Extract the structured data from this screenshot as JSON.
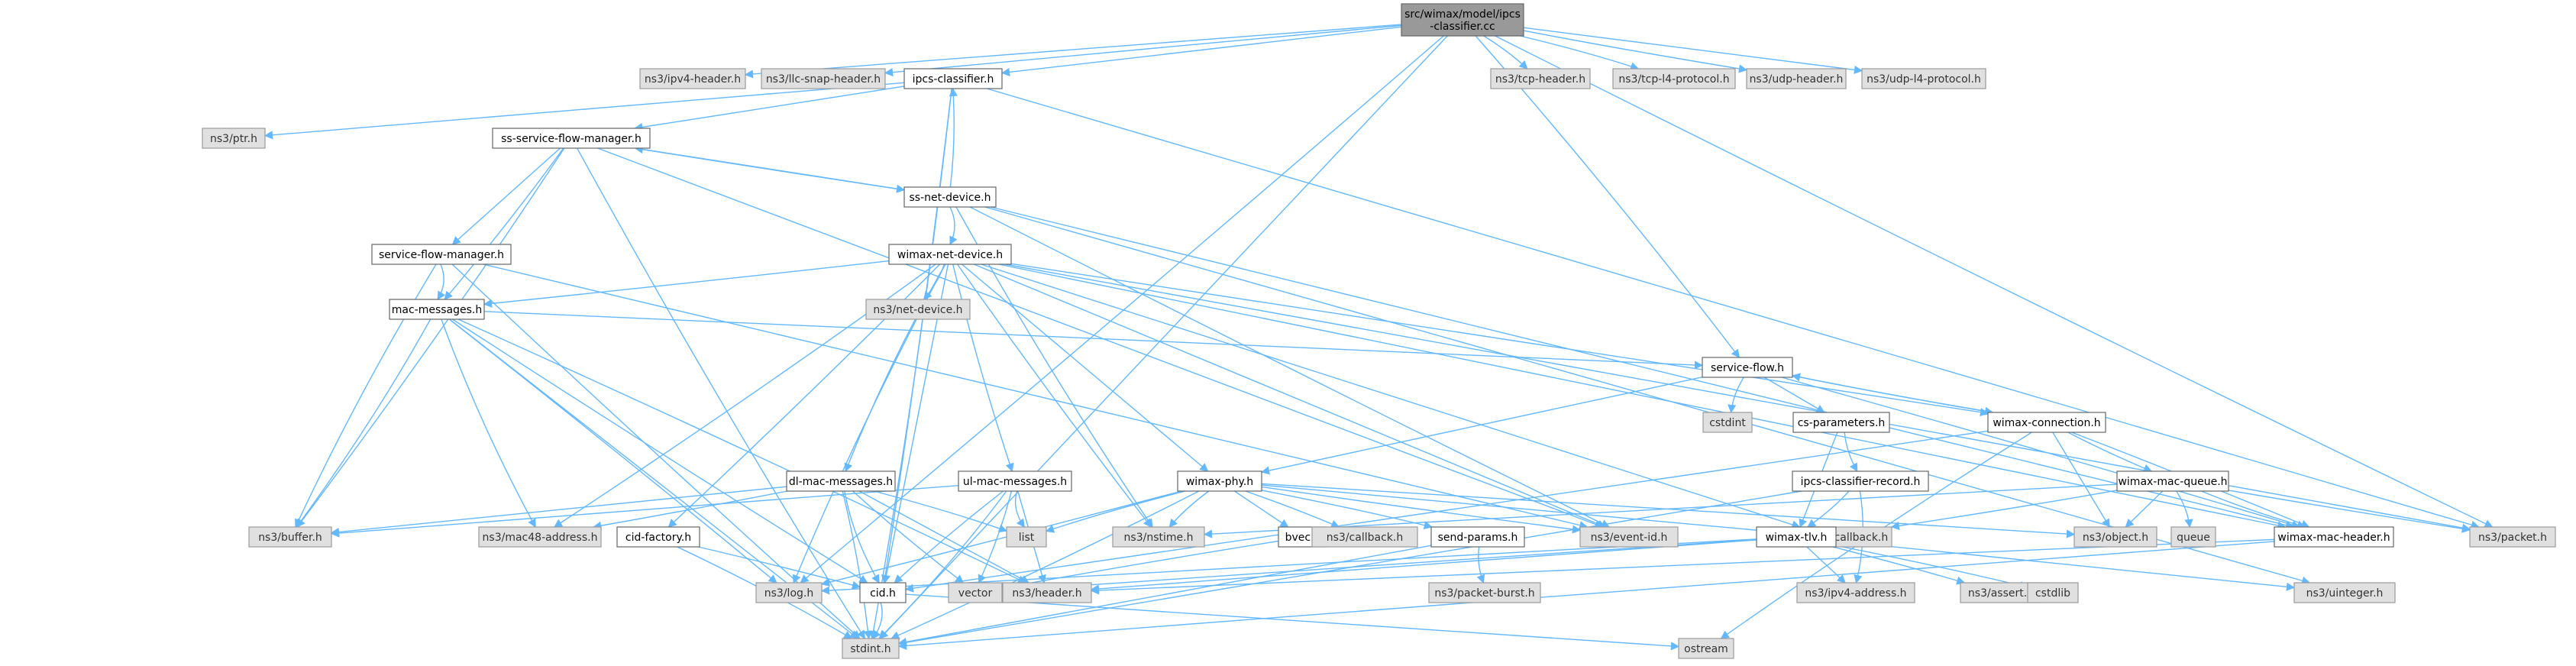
{
  "colors": {
    "edge": "#63b8ff",
    "external_fill": "#e0e0e0",
    "internal_fill": "#ffffff",
    "root_fill": "#999999",
    "border": "#999999"
  },
  "nodes": [
    {
      "id": "root",
      "label": [
        "src/wimax/model/ipcs",
        "-classifier.cc"
      ],
      "kind": "root"
    },
    {
      "id": "ipv4header",
      "label": [
        "ns3/ipv4-header.h"
      ],
      "kind": "ext"
    },
    {
      "id": "llcsnap",
      "label": [
        "ns3/llc-snap-header.h"
      ],
      "kind": "ext"
    },
    {
      "id": "ipcsclassifier",
      "label": [
        "ipcs-classifier.h"
      ],
      "kind": "int"
    },
    {
      "id": "tcpheader",
      "label": [
        "ns3/tcp-header.h"
      ],
      "kind": "ext"
    },
    {
      "id": "tcpl4",
      "label": [
        "ns3/tcp-l4-protocol.h"
      ],
      "kind": "ext"
    },
    {
      "id": "udpheader",
      "label": [
        "ns3/udp-header.h"
      ],
      "kind": "ext"
    },
    {
      "id": "udpl4",
      "label": [
        "ns3/udp-l4-protocol.h"
      ],
      "kind": "ext"
    },
    {
      "id": "ptr",
      "label": [
        "ns3/ptr.h"
      ],
      "kind": "ext"
    },
    {
      "id": "ssflowmgr",
      "label": [
        "ss-service-flow-manager.h"
      ],
      "kind": "int"
    },
    {
      "id": "ssnetdevice",
      "label": [
        "ss-net-device.h"
      ],
      "kind": "int"
    },
    {
      "id": "wimaxnetdevice",
      "label": [
        "wimax-net-device.h"
      ],
      "kind": "int"
    },
    {
      "id": "serviceflowmgr",
      "label": [
        "service-flow-manager.h"
      ],
      "kind": "int"
    },
    {
      "id": "macmessages",
      "label": [
        "mac-messages.h"
      ],
      "kind": "int"
    },
    {
      "id": "netdevice",
      "label": [
        "ns3/net-device.h"
      ],
      "kind": "ext"
    },
    {
      "id": "serviceflow",
      "label": [
        "service-flow.h"
      ],
      "kind": "int"
    },
    {
      "id": "cstdint",
      "label": [
        "cstdint"
      ],
      "kind": "ext"
    },
    {
      "id": "csparams",
      "label": [
        "cs-parameters.h"
      ],
      "kind": "int"
    },
    {
      "id": "wimaxconn",
      "label": [
        "wimax-connection.h"
      ],
      "kind": "int"
    },
    {
      "id": "ipcsrecord",
      "label": [
        "ipcs-classifier-record.h"
      ],
      "kind": "int"
    },
    {
      "id": "wimaxmacqueue",
      "label": [
        "wimax-mac-queue.h"
      ],
      "kind": "int"
    },
    {
      "id": "dlmac",
      "label": [
        "dl-mac-messages.h"
      ],
      "kind": "int"
    },
    {
      "id": "ulmac",
      "label": [
        "ul-mac-messages.h"
      ],
      "kind": "int"
    },
    {
      "id": "wimaxphy",
      "label": [
        "wimax-phy.h"
      ],
      "kind": "int"
    },
    {
      "id": "cidfactory",
      "label": [
        "cid-factory.h"
      ],
      "kind": "int"
    },
    {
      "id": "buffer",
      "label": [
        "ns3/buffer.h"
      ],
      "kind": "ext"
    },
    {
      "id": "mac48",
      "label": [
        "ns3/mac48-address.h"
      ],
      "kind": "ext"
    },
    {
      "id": "list",
      "label": [
        "list"
      ],
      "kind": "ext"
    },
    {
      "id": "nstime",
      "label": [
        "ns3/nstime.h"
      ],
      "kind": "ext"
    },
    {
      "id": "bvec",
      "label": [
        "bvec.h"
      ],
      "kind": "int"
    },
    {
      "id": "callback",
      "label": [
        "ns3/callback.h"
      ],
      "kind": "ext"
    },
    {
      "id": "sendparams",
      "label": [
        "send-params.h"
      ],
      "kind": "int"
    },
    {
      "id": "eventid",
      "label": [
        "ns3/event-id.h"
      ],
      "kind": "ext"
    },
    {
      "id": "tracedcb",
      "label": [
        "ns3/traced-callback.h"
      ],
      "kind": "ext"
    },
    {
      "id": "wimaxtlv",
      "label": [
        "wimax-tlv.h"
      ],
      "kind": "int"
    },
    {
      "id": "object",
      "label": [
        "ns3/object.h"
      ],
      "kind": "ext"
    },
    {
      "id": "queue",
      "label": [
        "queue"
      ],
      "kind": "ext"
    },
    {
      "id": "wimaxmacheader",
      "label": [
        "wimax-mac-header.h"
      ],
      "kind": "int"
    },
    {
      "id": "packet",
      "label": [
        "ns3/packet.h"
      ],
      "kind": "ext"
    },
    {
      "id": "log",
      "label": [
        "ns3/log.h"
      ],
      "kind": "ext"
    },
    {
      "id": "vector",
      "label": [
        "vector"
      ],
      "kind": "ext"
    },
    {
      "id": "cid",
      "label": [
        "cid.h"
      ],
      "kind": "int"
    },
    {
      "id": "header",
      "label": [
        "ns3/header.h"
      ],
      "kind": "ext"
    },
    {
      "id": "packetburst",
      "label": [
        "ns3/packet-burst.h"
      ],
      "kind": "ext"
    },
    {
      "id": "ipv4address",
      "label": [
        "ns3/ipv4-address.h"
      ],
      "kind": "ext"
    },
    {
      "id": "assert",
      "label": [
        "ns3/assert.h"
      ],
      "kind": "ext"
    },
    {
      "id": "cstdlib",
      "label": [
        "cstdlib"
      ],
      "kind": "ext"
    },
    {
      "id": "uinteger",
      "label": [
        "ns3/uinteger.h"
      ],
      "kind": "ext"
    },
    {
      "id": "stdint",
      "label": [
        "stdint.h"
      ],
      "kind": "ext"
    },
    {
      "id": "ostream",
      "label": [
        "ostream"
      ],
      "kind": "ext"
    }
  ],
  "edges": [
    [
      "root",
      "ipv4header"
    ],
    [
      "root",
      "llcsnap"
    ],
    [
      "root",
      "ipcsclassifier"
    ],
    [
      "root",
      "tcpheader"
    ],
    [
      "root",
      "tcpl4"
    ],
    [
      "root",
      "udpheader"
    ],
    [
      "root",
      "udpl4"
    ],
    [
      "root",
      "stdint"
    ],
    [
      "root",
      "log"
    ],
    [
      "root",
      "serviceflow"
    ],
    [
      "root",
      "packet"
    ],
    [
      "ipcsclassifier",
      "ptr"
    ],
    [
      "ipcsclassifier",
      "ssflowmgr"
    ],
    [
      "ipcsclassifier",
      "cid"
    ],
    [
      "ipcsclassifier",
      "stdint"
    ],
    [
      "ipcsclassifier",
      "packet"
    ],
    [
      "ssflowmgr",
      "ssnetdevice"
    ],
    [
      "ssflowmgr",
      "serviceflowmgr"
    ],
    [
      "ssflowmgr",
      "macmessages"
    ],
    [
      "ssflowmgr",
      "buffer"
    ],
    [
      "ssflowmgr",
      "stdint"
    ],
    [
      "ssflowmgr",
      "eventid"
    ],
    [
      "ssnetdevice",
      "ssflowmgr"
    ],
    [
      "ssnetdevice",
      "ipcsclassifier"
    ],
    [
      "ssnetdevice",
      "wimaxnetdevice"
    ],
    [
      "ssnetdevice",
      "nstime"
    ],
    [
      "ssnetdevice",
      "eventid"
    ],
    [
      "ssnetdevice",
      "wimaxmacheader"
    ],
    [
      "ssnetdevice",
      "uinteger"
    ],
    [
      "serviceflowmgr",
      "macmessages"
    ],
    [
      "serviceflowmgr",
      "buffer"
    ],
    [
      "serviceflowmgr",
      "stdint"
    ],
    [
      "serviceflowmgr",
      "eventid"
    ],
    [
      "wimaxnetdevice",
      "netdevice"
    ],
    [
      "wimaxnetdevice",
      "macmessages"
    ],
    [
      "wimaxnetdevice",
      "dlmac"
    ],
    [
      "wimaxnetdevice",
      "ulmac"
    ],
    [
      "wimaxnetdevice",
      "wimaxphy"
    ],
    [
      "wimaxnetdevice",
      "cidfactory"
    ],
    [
      "wimaxnetdevice",
      "mac48"
    ],
    [
      "wimaxnetdevice",
      "log"
    ],
    [
      "wimaxnetdevice",
      "nstime"
    ],
    [
      "wimaxnetdevice",
      "eventid"
    ],
    [
      "wimaxnetdevice",
      "tracedcb"
    ],
    [
      "wimaxnetdevice",
      "wimaxconn"
    ],
    [
      "wimaxnetdevice",
      "wimaxmacheader"
    ],
    [
      "wimaxnetdevice",
      "packet"
    ],
    [
      "wimaxnetdevice",
      "cid"
    ],
    [
      "macmessages",
      "serviceflow"
    ],
    [
      "macmessages",
      "buffer"
    ],
    [
      "macmessages",
      "mac48"
    ],
    [
      "macmessages",
      "cid"
    ],
    [
      "macmessages",
      "stdint"
    ],
    [
      "macmessages",
      "log"
    ],
    [
      "macmessages",
      "header"
    ],
    [
      "serviceflow",
      "wimaxconn"
    ],
    [
      "serviceflow",
      "cstdint"
    ],
    [
      "serviceflow",
      "csparams"
    ],
    [
      "serviceflow",
      "wimaxphy"
    ],
    [
      "serviceflow",
      "wimaxmacheader"
    ],
    [
      "wimaxconn",
      "serviceflow"
    ],
    [
      "wimaxconn",
      "wimaxmacqueue"
    ],
    [
      "wimaxconn",
      "object"
    ],
    [
      "wimaxconn",
      "wimaxmacheader"
    ],
    [
      "wimaxconn",
      "cid"
    ],
    [
      "wimaxconn",
      "ostream"
    ],
    [
      "csparams",
      "ipcsrecord"
    ],
    [
      "csparams",
      "wimaxtlv"
    ],
    [
      "ipcsrecord",
      "wimaxtlv"
    ],
    [
      "ipcsrecord",
      "ipv4address"
    ],
    [
      "ipcsrecord",
      "stdint"
    ],
    [
      "wimaxmacqueue",
      "packet"
    ],
    [
      "wimaxmacqueue",
      "object"
    ],
    [
      "wimaxmacqueue",
      "queue"
    ],
    [
      "wimaxmacqueue",
      "tracedcb"
    ],
    [
      "wimaxmacqueue",
      "wimaxmacheader"
    ],
    [
      "wimaxmacqueue",
      "nstime"
    ],
    [
      "dlmac",
      "buffer"
    ],
    [
      "dlmac",
      "mac48"
    ],
    [
      "dlmac",
      "list"
    ],
    [
      "dlmac",
      "cid"
    ],
    [
      "dlmac",
      "vector"
    ],
    [
      "dlmac",
      "header"
    ],
    [
      "dlmac",
      "stdint"
    ],
    [
      "ulmac",
      "buffer"
    ],
    [
      "ulmac",
      "list"
    ],
    [
      "ulmac",
      "cid"
    ],
    [
      "ulmac",
      "header"
    ],
    [
      "ulmac",
      "vector"
    ],
    [
      "ulmac",
      "stdint"
    ],
    [
      "wimaxphy",
      "list"
    ],
    [
      "wimaxphy",
      "nstime"
    ],
    [
      "wimaxphy",
      "bvec"
    ],
    [
      "wimaxphy",
      "callback"
    ],
    [
      "wimaxphy",
      "sendparams"
    ],
    [
      "wimaxphy",
      "eventid"
    ],
    [
      "wimaxphy",
      "tracedcb"
    ],
    [
      "wimaxphy",
      "object"
    ],
    [
      "wimaxphy",
      "log"
    ],
    [
      "wimaxphy",
      "stdint"
    ],
    [
      "bvec",
      "vector"
    ],
    [
      "sendparams",
      "packetburst"
    ],
    [
      "sendparams",
      "stdint"
    ],
    [
      "cidfactory",
      "cid"
    ],
    [
      "cidfactory",
      "stdint"
    ],
    [
      "wimaxtlv",
      "log"
    ],
    [
      "wimaxtlv",
      "header"
    ],
    [
      "wimaxtlv",
      "ipv4address"
    ],
    [
      "wimaxtlv",
      "assert"
    ],
    [
      "wimaxtlv",
      "cstdlib"
    ],
    [
      "wimaxtlv",
      "uinteger"
    ],
    [
      "wimaxtlv",
      "vector"
    ],
    [
      "wimaxmacheader",
      "header"
    ],
    [
      "wimaxmacheader",
      "stdint"
    ],
    [
      "cid",
      "stdint"
    ],
    [
      "cid",
      "ostream"
    ]
  ]
}
